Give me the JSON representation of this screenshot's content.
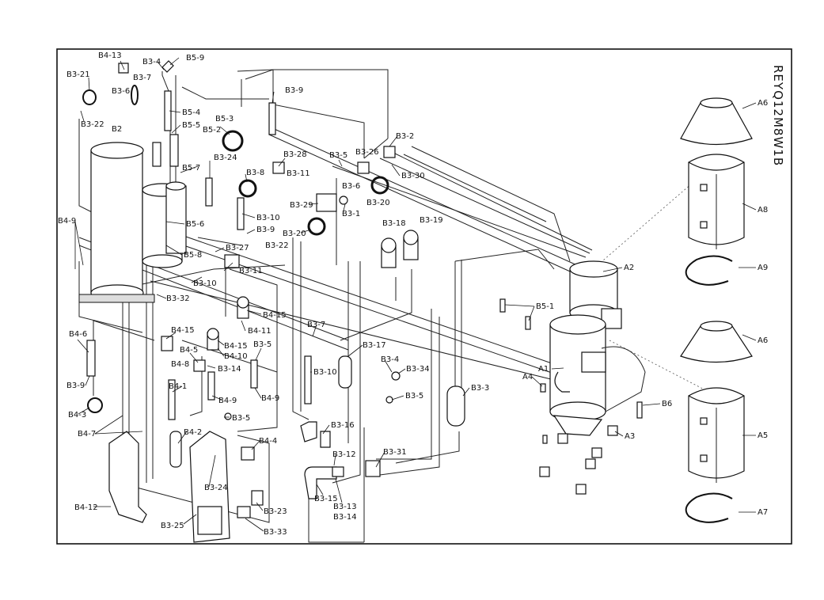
{
  "model_code": "REYQ12M8W1B",
  "labels": [
    {
      "id": "B4-13",
      "text": "B4-13"
    },
    {
      "id": "B3-4a",
      "text": "B3-4"
    },
    {
      "id": "B5-9",
      "text": "B5-9"
    },
    {
      "id": "B3-21",
      "text": "B3-21"
    },
    {
      "id": "B3-7a",
      "text": "B3-7"
    },
    {
      "id": "B3-6a",
      "text": "B3-6"
    },
    {
      "id": "B3-22a",
      "text": "B3-22"
    },
    {
      "id": "B2",
      "text": "B2"
    },
    {
      "id": "B5-4",
      "text": "B5-4"
    },
    {
      "id": "B5-5",
      "text": "B5-5"
    },
    {
      "id": "B5-3",
      "text": "B5-3"
    },
    {
      "id": "B5-2",
      "text": "B5-2"
    },
    {
      "id": "B3-9a",
      "text": "B3-9"
    },
    {
      "id": "B3-24a",
      "text": "B3-24"
    },
    {
      "id": "B5-7",
      "text": "B5-7"
    },
    {
      "id": "B3-8",
      "text": "B3-8"
    },
    {
      "id": "B3-28",
      "text": "B3-28"
    },
    {
      "id": "B3-11a",
      "text": "B3-11"
    },
    {
      "id": "B3-5a",
      "text": "B3-5"
    },
    {
      "id": "B3-26",
      "text": "B3-26"
    },
    {
      "id": "B3-2",
      "text": "B3-2"
    },
    {
      "id": "B3-6b",
      "text": "B3-6"
    },
    {
      "id": "B3-30",
      "text": "B3-30"
    },
    {
      "id": "B3-29",
      "text": "B3-29"
    },
    {
      "id": "B3-20a",
      "text": "B3-20"
    },
    {
      "id": "B3-1",
      "text": "B3-1"
    },
    {
      "id": "B3-10a",
      "text": "B3-10"
    },
    {
      "id": "B3-9b",
      "text": "B3-9"
    },
    {
      "id": "B3-20b",
      "text": "B3-20"
    },
    {
      "id": "B3-22b",
      "text": "B3-22"
    },
    {
      "id": "B3-18",
      "text": "B3-18"
    },
    {
      "id": "B3-19",
      "text": "B3-19"
    },
    {
      "id": "B4-9a",
      "text": "B4-9"
    },
    {
      "id": "B5-6",
      "text": "B5-6"
    },
    {
      "id": "B5-8",
      "text": "B5-8"
    },
    {
      "id": "B3-27",
      "text": "B3-27"
    },
    {
      "id": "B3-11b",
      "text": "B3-11"
    },
    {
      "id": "B3-10b",
      "text": "B3-10"
    },
    {
      "id": "B3-32",
      "text": "B3-32"
    },
    {
      "id": "B4-15a",
      "text": "B4-15"
    },
    {
      "id": "B4-11",
      "text": "B4-11"
    },
    {
      "id": "B4-15b",
      "text": "B4-15"
    },
    {
      "id": "B4-15c",
      "text": "B4-15"
    },
    {
      "id": "B4-10",
      "text": "B4-10"
    },
    {
      "id": "B3-5b",
      "text": "B3-5"
    },
    {
      "id": "B4-5",
      "text": "B4-5"
    },
    {
      "id": "B4-8",
      "text": "B4-8"
    },
    {
      "id": "B3-14",
      "text": "B3-14"
    },
    {
      "id": "B4-9b",
      "text": "B4-9"
    },
    {
      "id": "B4-9c",
      "text": "B4-9"
    },
    {
      "id": "B4-6",
      "text": "B4-6"
    },
    {
      "id": "B3-9c",
      "text": "B3-9"
    },
    {
      "id": "B4-1",
      "text": "B4-1"
    },
    {
      "id": "B4-3",
      "text": "B4-3"
    },
    {
      "id": "B3-5c",
      "text": "B3-5"
    },
    {
      "id": "B4-7",
      "text": "B4-7"
    },
    {
      "id": "B4-2",
      "text": "B4-2"
    },
    {
      "id": "B4-4",
      "text": "B4-4"
    },
    {
      "id": "B4-12",
      "text": "B4-12"
    },
    {
      "id": "B3-24b",
      "text": "B3-24"
    },
    {
      "id": "B3-25",
      "text": "B3-25"
    },
    {
      "id": "B3-23",
      "text": "B3-23"
    },
    {
      "id": "B3-33",
      "text": "B3-33"
    },
    {
      "id": "B3-7b",
      "text": "B3-7"
    },
    {
      "id": "B3-10c",
      "text": "B3-10"
    },
    {
      "id": "B3-17",
      "text": "B3-17"
    },
    {
      "id": "B3-4b",
      "text": "B3-4"
    },
    {
      "id": "B3-34",
      "text": "B3-34"
    },
    {
      "id": "B3-5d",
      "text": "B3-5"
    },
    {
      "id": "B3-16",
      "text": "B3-16"
    },
    {
      "id": "B3-12",
      "text": "B3-12"
    },
    {
      "id": "B3-15",
      "text": "B3-15"
    },
    {
      "id": "B3-13",
      "text": "B3-13"
    },
    {
      "id": "B3-14b",
      "text": "B3-14"
    },
    {
      "id": "B3-31",
      "text": "B3-31"
    },
    {
      "id": "B3-3",
      "text": "B3-3"
    },
    {
      "id": "B5-1",
      "text": "B5-1"
    },
    {
      "id": "A4",
      "text": "A4"
    },
    {
      "id": "A1",
      "text": "A1"
    },
    {
      "id": "A2",
      "text": "A2"
    },
    {
      "id": "B6",
      "text": "B6"
    },
    {
      "id": "A3",
      "text": "A3"
    },
    {
      "id": "A6a",
      "text": "A6"
    },
    {
      "id": "A8",
      "text": "A8"
    },
    {
      "id": "A9",
      "text": "A9"
    },
    {
      "id": "A6b",
      "text": "A6"
    },
    {
      "id": "A5",
      "text": "A5"
    },
    {
      "id": "A7",
      "text": "A7"
    }
  ]
}
